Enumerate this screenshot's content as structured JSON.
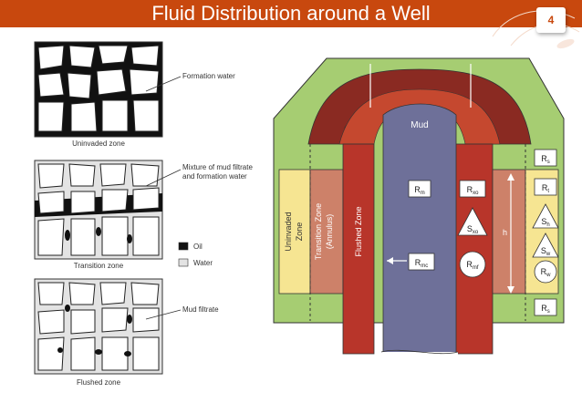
{
  "header": {
    "title": "Fluid Distribution around a Well",
    "page_number": "4"
  },
  "zones_panel": {
    "uninvaded": {
      "caption": "Uninvaded zone",
      "callout": "Formation water"
    },
    "transition": {
      "caption": "Transition zone",
      "callout_line1": "Mixture of mud filtrate",
      "callout_line2": "and formation water"
    },
    "flushed": {
      "caption": "Flushed zone",
      "callout": "Mud filtrate"
    },
    "legend": [
      {
        "label": "Oil",
        "color": "#111111"
      },
      {
        "label": "Water",
        "color": "#e3e3e3"
      }
    ]
  },
  "well_diagram": {
    "mud_label": "Mud",
    "zone_labels": {
      "uninvaded_line1": "Uninvaded",
      "uninvaded_line2": "Zone",
      "transition_line1": "Transition Zone",
      "transition_line2": "(Annulus)",
      "flushed": "Flushed Zone"
    },
    "height_label": "h",
    "boxes": [
      {
        "base": "R",
        "sub": "m"
      },
      {
        "base": "R",
        "sub": "xo"
      },
      {
        "base": "R",
        "sub": "mc"
      },
      {
        "base": "R",
        "sub": "s"
      },
      {
        "base": "R",
        "sub": "t"
      },
      {
        "base": "R",
        "sub": "s"
      }
    ],
    "triangles": [
      {
        "base": "S",
        "sub": "xo"
      },
      {
        "base": "S",
        "sub": "h"
      },
      {
        "base": "S",
        "sub": "w"
      }
    ],
    "circles": [
      {
        "base": "R",
        "sub": "mf"
      },
      {
        "base": "R",
        "sub": "w"
      }
    ],
    "colors": {
      "green": "#a6cd72",
      "yellow": "#f6e592",
      "transition": "#cd8169",
      "flushed": "#b8352a",
      "mud": "#6e7099"
    }
  }
}
